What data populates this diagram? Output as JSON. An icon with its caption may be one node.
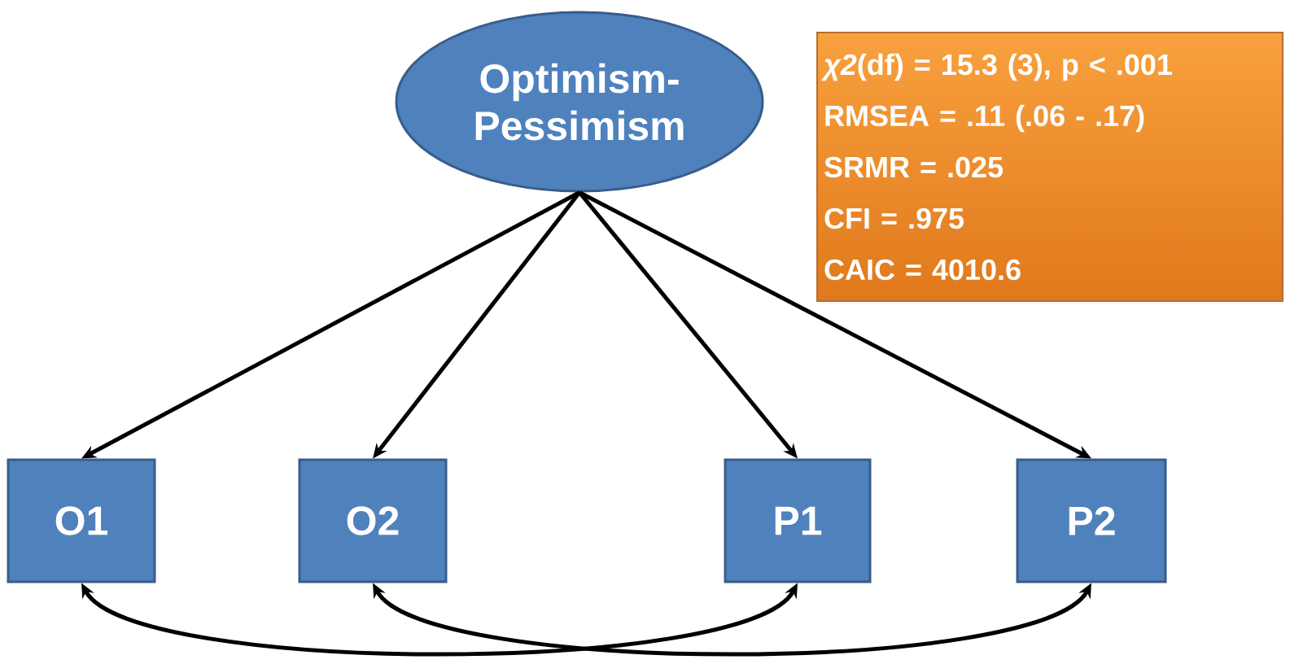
{
  "diagram": {
    "nodes": [
      {
        "text": [
          "Optimism- Pessimism"
        ]
      },
      {
        "text": [
          "O1"
        ]
      },
      {
        "text": [
          "O2"
        ]
      },
      {
        "text": [
          "P1"
        ]
      },
      {
        "text": [
          "P2"
        ]
      },
      {
        "text": [
          "*χ2*(df) = 15.3 (3), p < .001",
          "RMSEA = .11 (.06 - .17)",
          "SRMR = .025",
          "CFI = .975",
          "CAIC = 4010.6"
        ]
      }
    ],
    "edges": [
      {
        "from": 0,
        "to": 1,
        "arrow": "to"
      },
      {
        "from": 0,
        "to": 2,
        "arrow": "to"
      },
      {
        "from": 0,
        "to": 3,
        "arrow": "to"
      },
      {
        "from": 0,
        "to": 4,
        "arrow": "to"
      },
      {
        "from": 1,
        "to": 3,
        "arrow": "both"
      },
      {
        "from": 2,
        "to": 4,
        "arrow": "both"
      }
    ]
  }
}
